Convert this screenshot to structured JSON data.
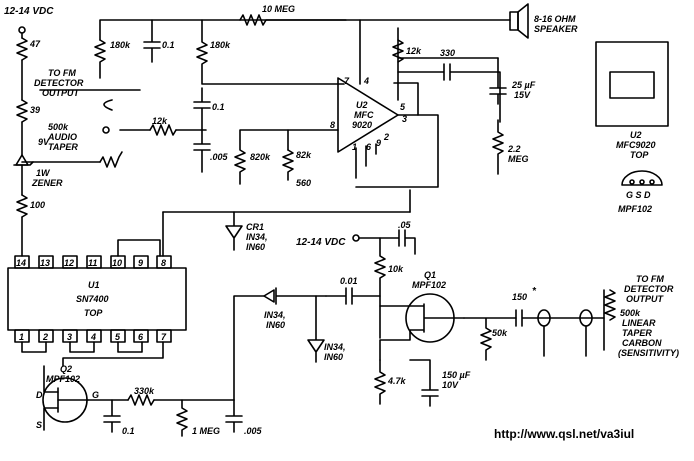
{
  "labels": {
    "supply_top": "12-14 VDC",
    "r47": "47",
    "r39": "39",
    "r100": "100",
    "zener_v": "9V",
    "zener_w": "1W",
    "zener_n": "ZENER",
    "to_fm1": "TO FM",
    "to_fm2": "DETECTOR",
    "to_fm3": "OUTPUT",
    "pot_a": "500k",
    "pot_b": "AUDIO",
    "pot_c": "TAPER",
    "r180k_a": "180k",
    "r180k_b": "180k",
    "c01_a": "0.1",
    "c01_b": "0.1",
    "r12k_in": "12k",
    "c005_a": ".005",
    "r820": "820k",
    "r82k": "82k",
    "c560": "560",
    "r10meg": "10 MEG",
    "spk_a": "8-16 OHM",
    "spk_b": "SPEAKER",
    "r12k_out": "12k",
    "c330": "330",
    "c25_a": "25 µF",
    "c25_b": "15V",
    "r22_a": "2.2",
    "r22_b": "MEG",
    "u2_a": "U2",
    "u2_b": "MFC",
    "u2_c": "9020",
    "pin7": "7",
    "pin4": "4",
    "pin5": "5",
    "pin8": "8",
    "pin3": "3",
    "pin1": "1",
    "pin2": "2",
    "pin6": "6",
    "pin9": "9",
    "ic_u2_a": "U2",
    "ic_u2_b": "MFC9020",
    "ic_u2_c": "TOP",
    "mpf_gsd": "G S D",
    "mpf_name": "MPF102",
    "cr1_a": "CR1",
    "cr1_b": "IN34,",
    "cr1_c": "IN60",
    "u1_a": "U1",
    "u1_b": "SN7400",
    "u1_c": "TOP",
    "p14": "14",
    "p13": "13",
    "p12": "12",
    "p11": "11",
    "p10": "10",
    "p9": "9",
    "p8": "8",
    "p1": "1",
    "p2": "2",
    "p3": "3",
    "p4": "4",
    "p5": "5",
    "p6": "6",
    "p7": "7",
    "supply_mid": "12-14 VDC",
    "c05": ".05",
    "r10k": "10k",
    "c001": "0.01",
    "q1_a": "Q1",
    "q1_b": "MPF102",
    "d1_a": "IN34,",
    "d1_b": "IN60",
    "d2_a": "IN34,",
    "d2_b": "IN60",
    "r50k": "50k",
    "r47k": "4.7k",
    "c150uf_a": "150 µF",
    "c150uf_b": "10V",
    "c150": "150",
    "star": "*",
    "to_fm_b1": "TO FM",
    "to_fm_b2": "DETECTOR",
    "to_fm_b3": "OUTPUT",
    "lin_a": "500k",
    "lin_b": "LINEAR",
    "lin_c": "TAPER",
    "lin_d": "CARBON",
    "lin_e": "(SENSITIVITY)",
    "q2_a": "Q2",
    "q2_b": "MPF102",
    "r330k": "330k",
    "c01_c": "0.1",
    "r1meg": "1 MEG",
    "c005_b": ".005",
    "d_lbl": "D",
    "g_lbl": "G",
    "s_lbl": "S",
    "url": "http://www.qsl.net/va3iul"
  }
}
